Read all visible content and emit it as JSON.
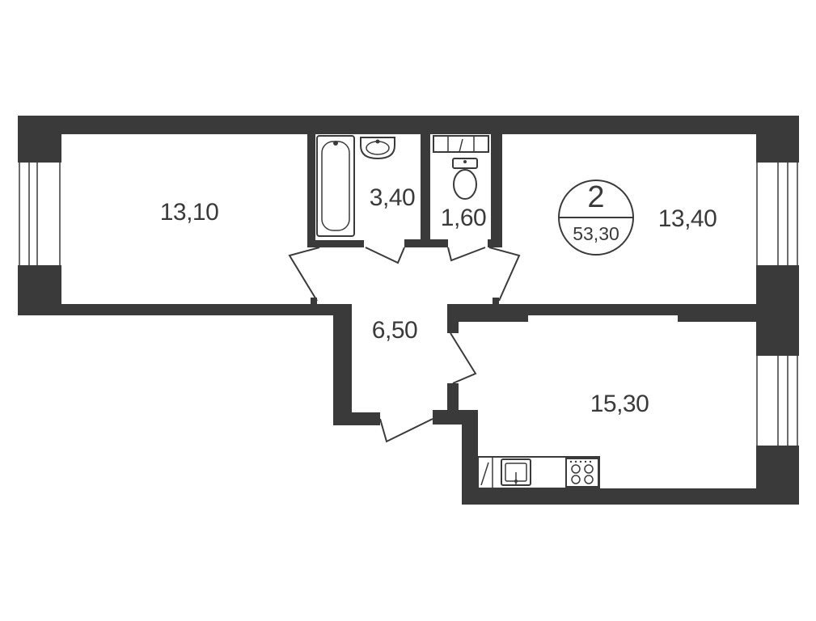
{
  "plan": {
    "rooms": {
      "room_left": "13,10",
      "bathroom": "3,40",
      "toilet": "1,60",
      "room_right_top": "13,40",
      "hallway": "6,50",
      "kitchen": "15,30"
    },
    "badge": {
      "room_count": "2",
      "total_area": "53,30"
    }
  },
  "colors": {
    "wall": "#3a3a3a",
    "background": "#ffffff"
  }
}
